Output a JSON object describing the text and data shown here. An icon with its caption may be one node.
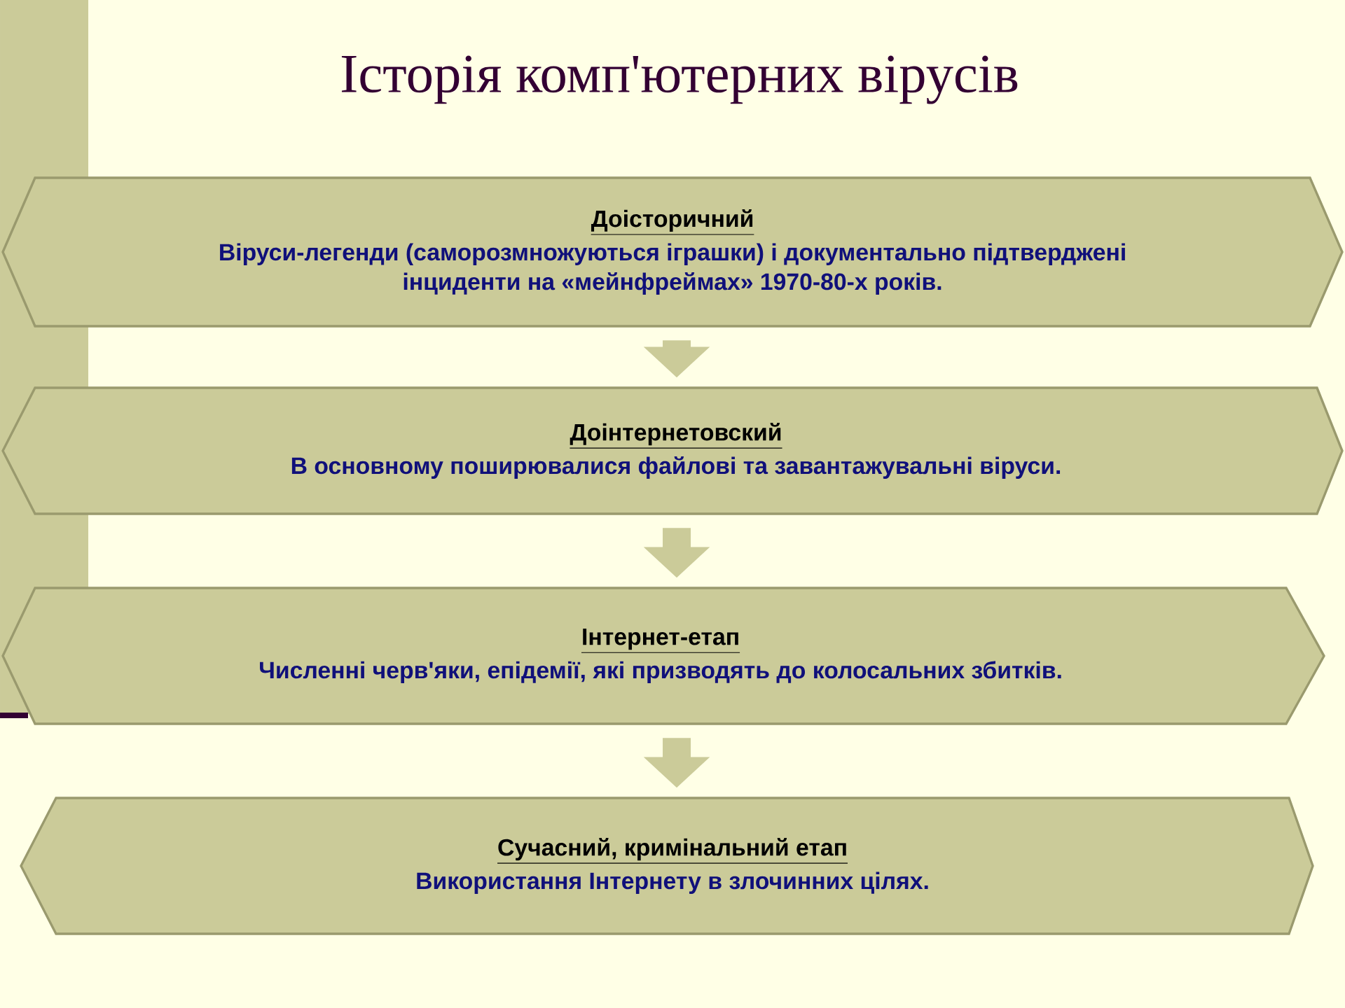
{
  "diagram": {
    "title": "Історія комп'ютерних вірусів",
    "nodes": [
      {
        "text": [
          "Доісторичний",
          "Віруси-легенди (саморозмножуються іграшки) і документально підтверджені інциденти на «мейнфреймах» 1970-80-х років."
        ]
      },
      {
        "text": [
          "Доінтернетовский",
          "В основному поширювалися файлові та завантажувальні віруси."
        ]
      },
      {
        "text": [
          "Інтернет-етап",
          "Численні черв'яки, епідемії, які призводять до колосальних збитків."
        ]
      },
      {
        "text": [
          "Сучасний, кримінальний етап",
          "Використання Інтернету в злочинних цілях."
        ]
      }
    ],
    "edges": [
      {
        "from": 0,
        "to": 1,
        "arrow": "to"
      },
      {
        "from": 1,
        "to": 2,
        "arrow": "to"
      },
      {
        "from": 2,
        "to": 3,
        "arrow": "to"
      }
    ]
  }
}
